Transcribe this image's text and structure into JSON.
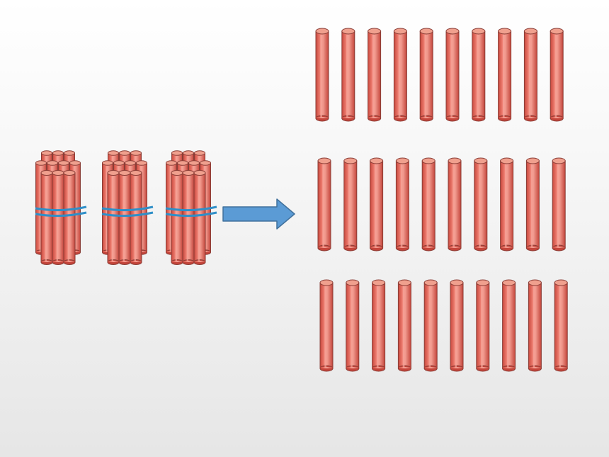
{
  "slide": {
    "illustration": "place-value-sticks",
    "bundles": 3,
    "sticks_per_bundle": 10,
    "loose_rows": 3,
    "loose_sticks_per_row": 10
  },
  "colors": {
    "stick_fill": "#e8685a",
    "stick_highlight": "#f7a79c",
    "stick_top": "#f0a08e",
    "stick_outline": "#8a3d36",
    "band": "#2f8fc8",
    "arrow_fill": "#5b9bd5",
    "arrow_stroke": "#41719c"
  },
  "icons": {
    "arrow": "right-arrow-icon",
    "bundle": "stick-bundle-icon",
    "stick": "counting-stick-icon"
  }
}
